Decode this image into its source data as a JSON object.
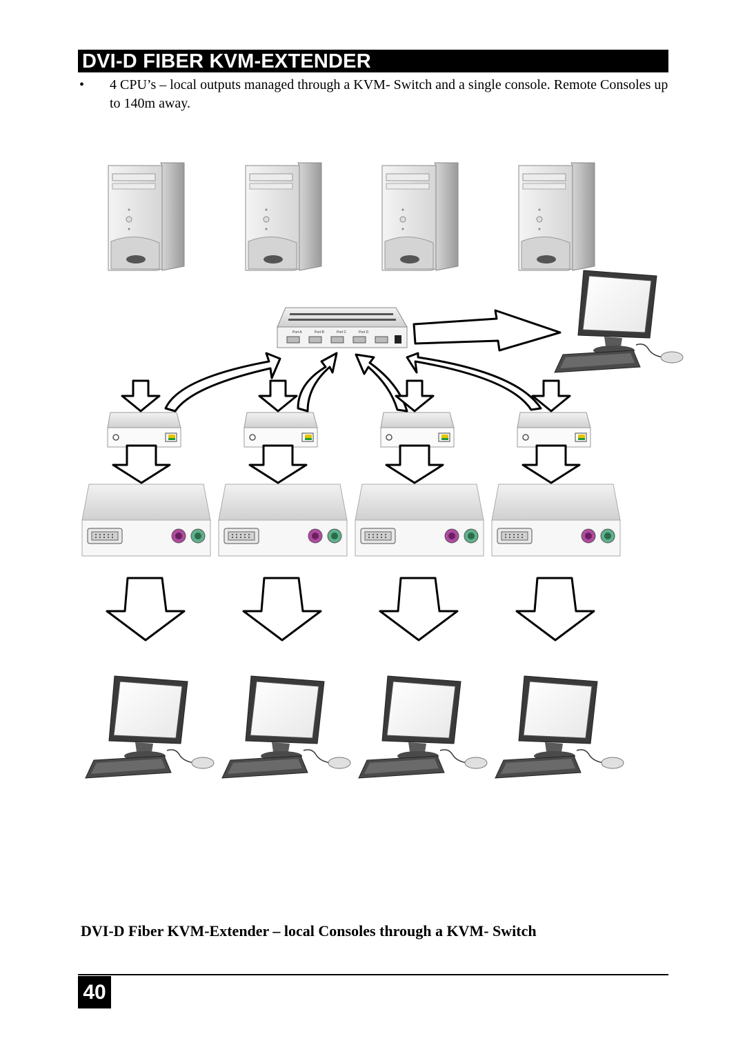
{
  "header": {
    "title": "DVI-D FIBER KVM-EXTENDER"
  },
  "bullet": {
    "marker": "•",
    "text": "4 CPU’s – local outputs managed through a KVM- Switch and a single console. Remote Consoles up to 140m away."
  },
  "figure": {
    "caption": "DVI-D Fiber KVM-Extender – local Consoles through a KVM- Switch",
    "switch_port_labels": [
      "Port A",
      "Port B",
      "Port C",
      "Port D"
    ],
    "cpus": 4,
    "consoles": 4
  },
  "footer": {
    "page_number": "40"
  }
}
